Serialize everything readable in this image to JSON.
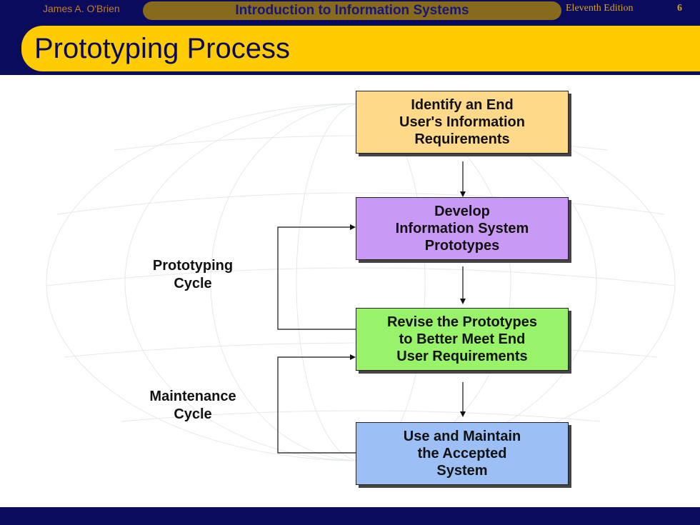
{
  "header": {
    "author": "James A. O'Brien",
    "book_title": "Introduction to Information Systems",
    "edition": "Eleventh Edition",
    "page_number": "6"
  },
  "slide": {
    "title": "Prototyping Process"
  },
  "steps": [
    {
      "label": "Identify an End\nUser's Information\nRequirements",
      "color": "#ffd98a"
    },
    {
      "label": "Develop\nInformation System\nPrototypes",
      "color": "#c89af5"
    },
    {
      "label": "Revise the Prototypes\nto Better Meet End\nUser Requirements",
      "color": "#98f26a"
    },
    {
      "label": "Use and Maintain\nthe Accepted\nSystem",
      "color": "#9cc0f5"
    }
  ],
  "cycles": [
    {
      "label": "Prototyping\nCycle"
    },
    {
      "label": "Maintenance\nCycle"
    }
  ],
  "colors": {
    "navy": "#0b0b5e",
    "gold": "#ffcc00",
    "pill": "#886a1c",
    "author_text": "#c27c2c",
    "edition_text": "#d8a21b"
  }
}
